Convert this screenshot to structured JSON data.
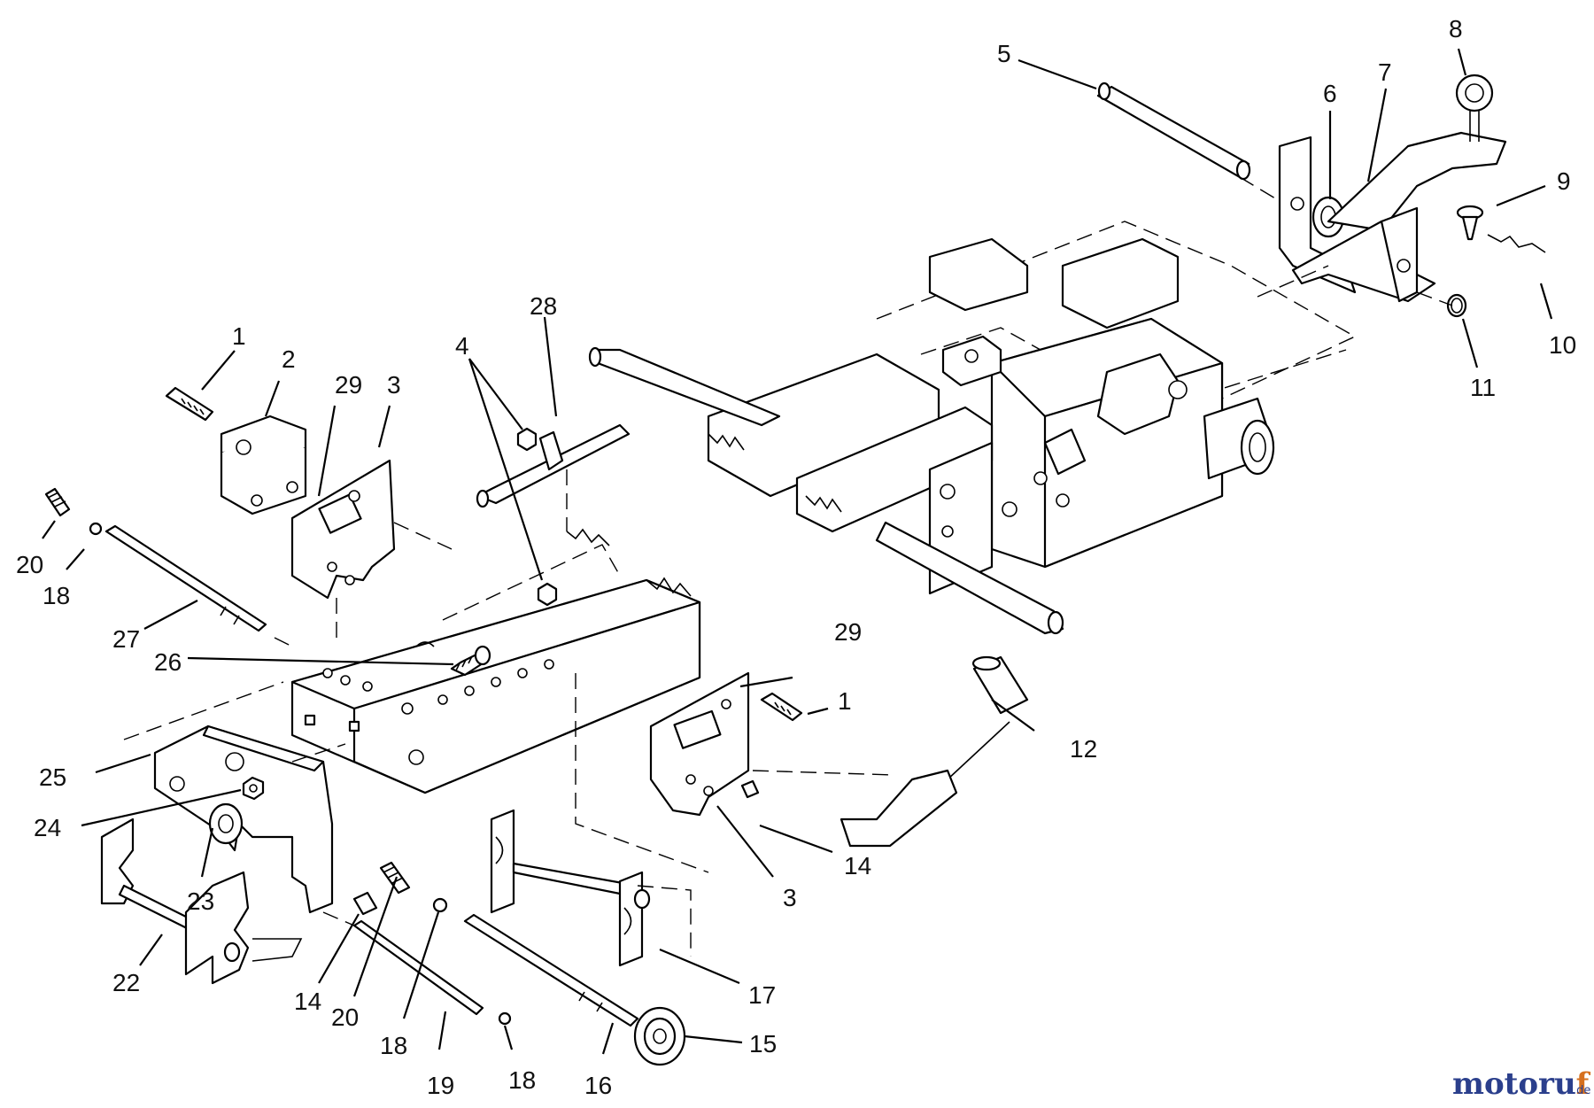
{
  "diagram": {
    "callouts": [
      "1",
      "2",
      "29",
      "3",
      "4",
      "28",
      "5",
      "6",
      "7",
      "8",
      "9",
      "10",
      "11",
      "20",
      "18",
      "27",
      "26",
      "12",
      "29",
      "1",
      "25",
      "24",
      "23",
      "22",
      "14",
      "20",
      "18",
      "19",
      "18",
      "16",
      "15",
      "17",
      "3",
      "14"
    ],
    "watermark": "motoruf.de"
  }
}
